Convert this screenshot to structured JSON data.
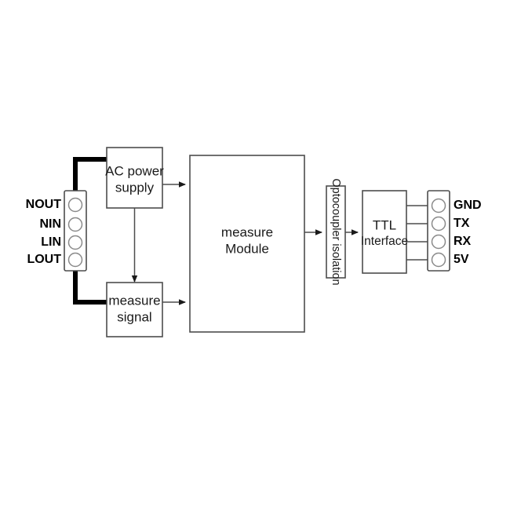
{
  "diagram": {
    "title": "Measurement module block diagram",
    "background_color": "#ffffff",
    "line_color": "#4d4d4d",
    "thick_line_color": "#000000",
    "text_color": "#1a1a1a",
    "blocks": {
      "ac_power_supply": {
        "line1": "AC power",
        "line2": "supply"
      },
      "measure_signal": {
        "line1": "measure",
        "line2": "signal"
      },
      "measure_module": {
        "line1": "measure",
        "line2": "Module"
      },
      "optocoupler": {
        "label": "Optocoupler isolation"
      },
      "ttl_interface": {
        "line1": "TTL",
        "line2": "Interface"
      }
    },
    "left_connector": {
      "name": "mains terminal block",
      "pins": [
        {
          "label": "NOUT"
        },
        {
          "label": "NIN"
        },
        {
          "label": "LIN"
        },
        {
          "label": "LOUT"
        }
      ]
    },
    "right_connector": {
      "name": "TTL output header",
      "pins": [
        {
          "label": "GND"
        },
        {
          "label": "TX"
        },
        {
          "label": "RX"
        },
        {
          "label": "5V"
        }
      ]
    }
  }
}
